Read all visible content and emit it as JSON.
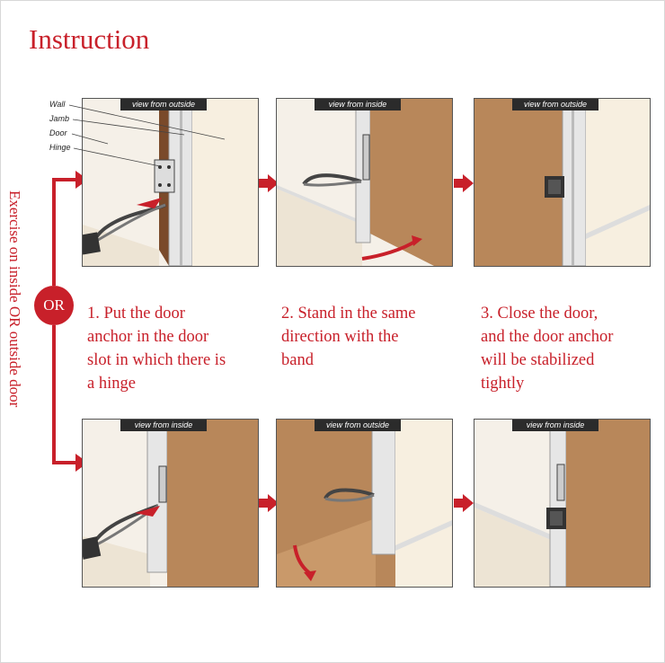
{
  "title": "Instruction",
  "side_text": "Exercise on inside OR outside door",
  "or_label": "OR",
  "part_labels": [
    "Wall",
    "Jamb",
    "Door",
    "Hinge"
  ],
  "top_row": [
    {
      "caption": "view from outside"
    },
    {
      "caption": "view from inside"
    },
    {
      "caption": "view from outside"
    }
  ],
  "bottom_row": [
    {
      "caption": "view from inside"
    },
    {
      "caption": "view from outside"
    },
    {
      "caption": "view from inside"
    }
  ],
  "steps": [
    "1. Put the door\nanchor in the door\nslot in which there is\na hinge",
    "2. Stand in the same\ndirection with the\nband",
    "3. Close the door,\nand the door anchor\nwill be stabilized\ntightly"
  ],
  "colors": {
    "accent": "#c8202a",
    "door": "#b8875a",
    "wall": "#f5f0e8",
    "jamb": "#e8e8e8"
  }
}
